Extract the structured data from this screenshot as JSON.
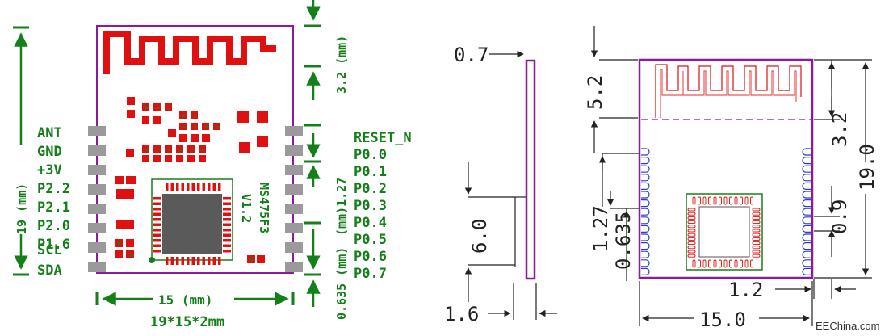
{
  "colors": {
    "green": "#15801a",
    "red": "#e01010",
    "purple": "#8b1a9e",
    "pad_gray": "#9a9a9a",
    "chip_gray": "#5a5a5a",
    "dim_line": "#222222",
    "blue": "#2a3cc8"
  },
  "left_panel": {
    "left_pins": [
      "ANT",
      "GND",
      "+3V",
      "P2.2",
      "P2.1",
      "P2.0",
      "P1.6",
      "SCL",
      "SDA"
    ],
    "right_pins": [
      "RESET_N",
      "P0.0",
      "P0.1",
      "P0.2",
      "P0.3",
      "P0.4",
      "P0.5",
      "P0.6",
      "P0.7"
    ],
    "chip_marking_1": "MS475F3",
    "chip_marking_2": "V1.2",
    "dim_height": "19 (mm)",
    "dim_width": "15 (mm)",
    "dim_antenna": "3.2 (mm)",
    "dim_pitch": "(mm)1.27",
    "dim_pad": "0.635 (mm)",
    "size_label": "19*15*2mm"
  },
  "right_panel": {
    "thickness": "0.7",
    "side_height": "6.0",
    "side_bottom": "1.6",
    "top_margin": "5.2",
    "pitch": "1.27",
    "pad": "0.635",
    "antenna_height": "3.2",
    "total_height": "19.0",
    "pin_offset": "0.9",
    "bottom_offset": "1.2",
    "total_width": "15.0"
  },
  "credit": "EEChina.com"
}
